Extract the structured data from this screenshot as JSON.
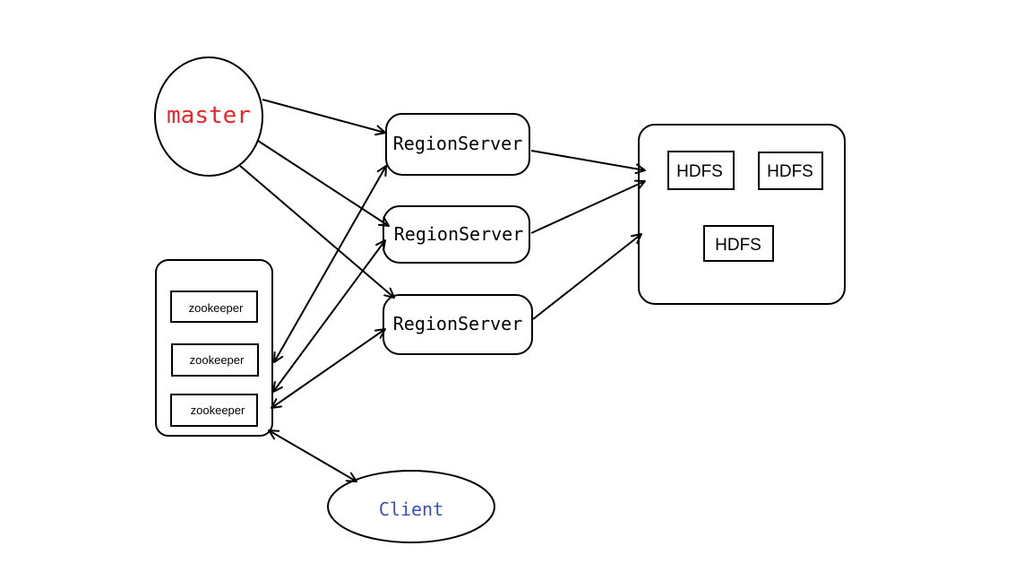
{
  "nodes": {
    "master": {
      "label": "master",
      "color": "#e8262a"
    },
    "region_servers": [
      {
        "label": "RegionServer"
      },
      {
        "label": "RegionServer"
      },
      {
        "label": "RegionServer"
      }
    ],
    "hdfs_cluster": {
      "items": [
        {
          "label": "HDFS"
        },
        {
          "label": "HDFS"
        },
        {
          "label": "HDFS"
        }
      ]
    },
    "zookeeper_cluster": {
      "items": [
        {
          "label": "zookeeper"
        },
        {
          "label": "zookeeper"
        },
        {
          "label": "zookeeper"
        }
      ]
    },
    "client": {
      "label": "Client",
      "color": "#3a4fc4"
    }
  },
  "colors": {
    "stroke": "#000000",
    "background": "#ffffff"
  }
}
